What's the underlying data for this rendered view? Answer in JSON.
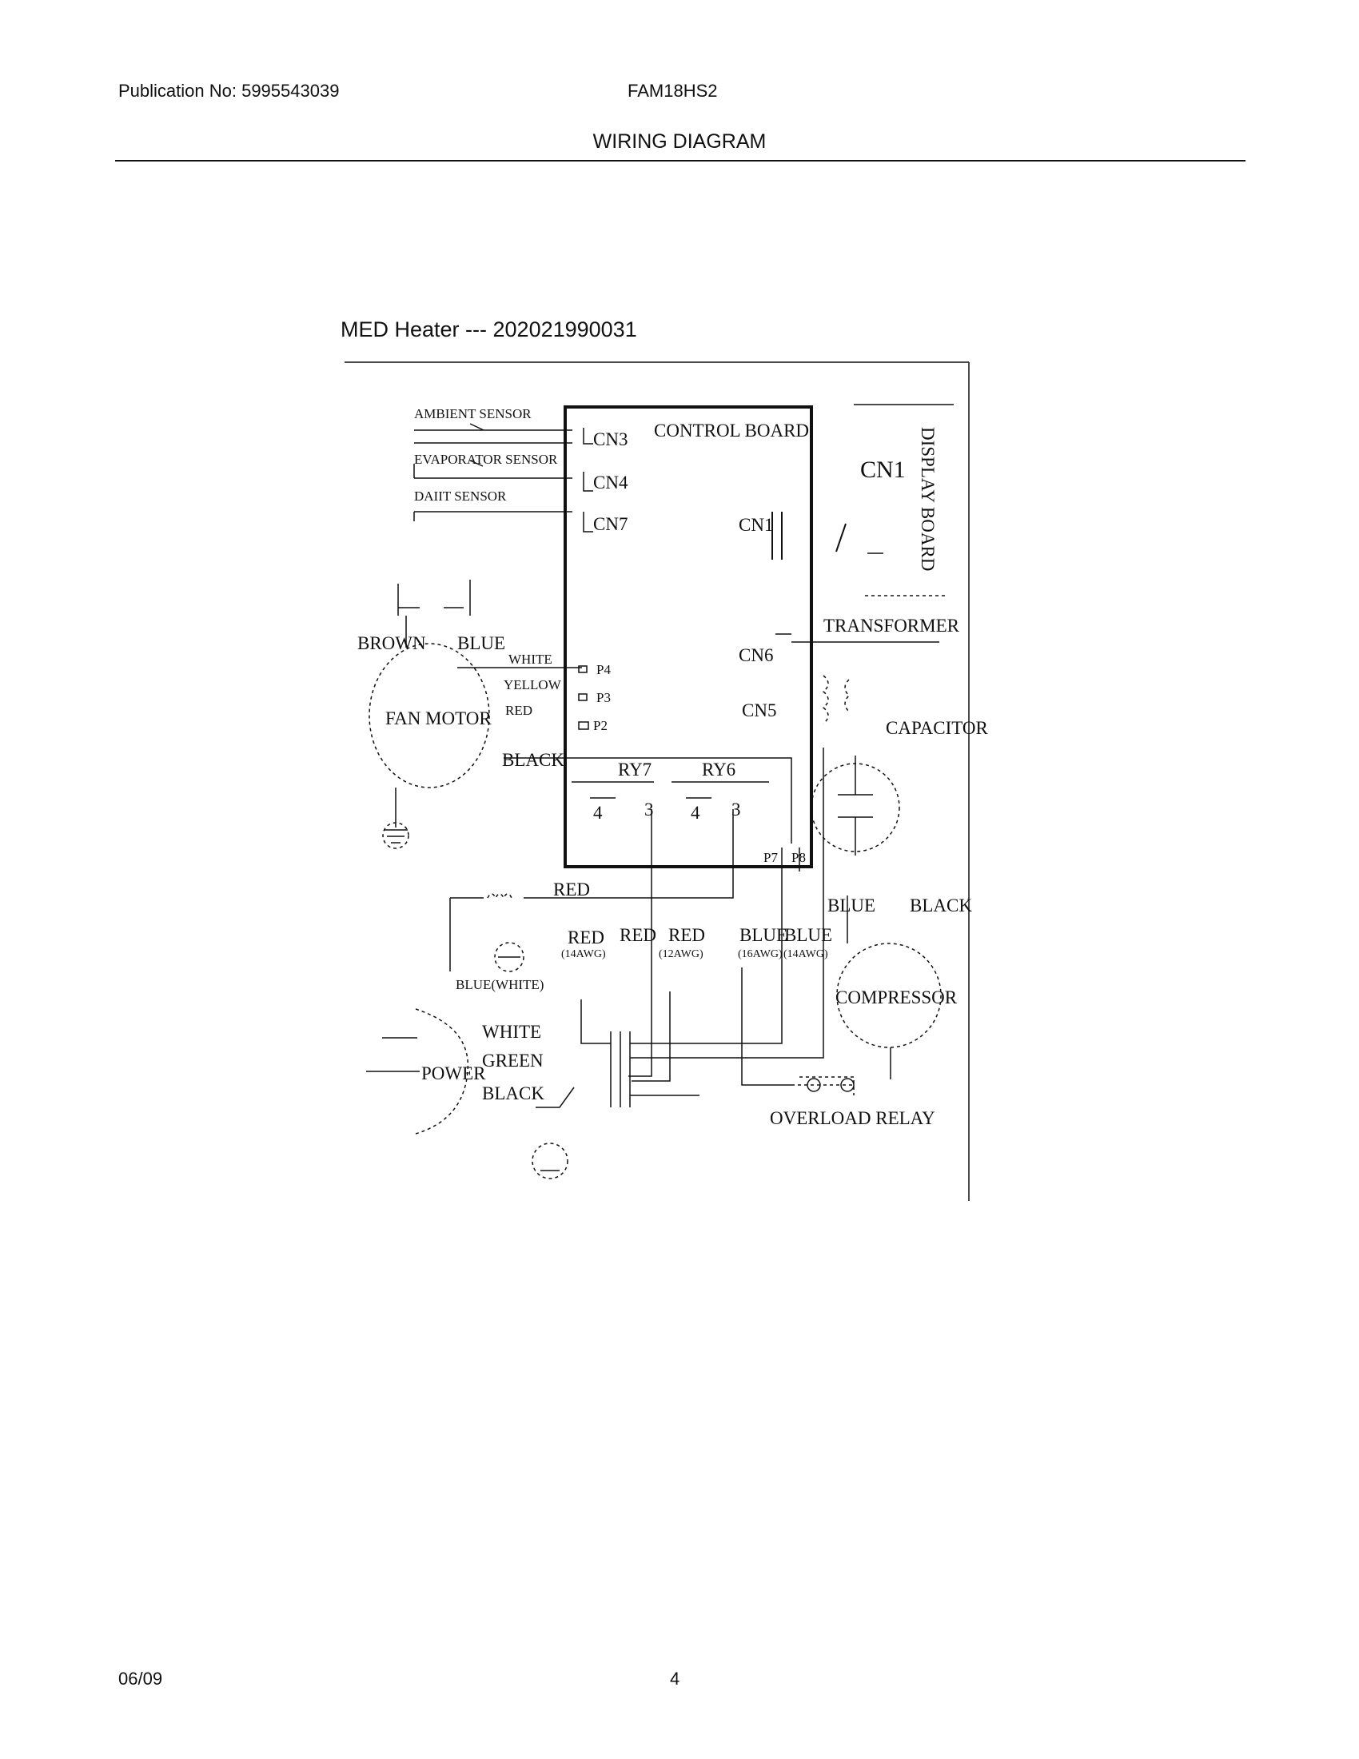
{
  "header": {
    "publication": "Publication No: 5995543039",
    "model": "FAM18HS2",
    "title": "WIRING DIAGRAM"
  },
  "diagram": {
    "subtitle": "MED Heater --- 202021990031",
    "control_board": "CONTROL BOARD",
    "display_board": "DISPLAY BOARD",
    "connectors": {
      "cn3": "CN3",
      "cn4": "CN4",
      "cn7": "CN7",
      "cn1": "CN1",
      "cn6": "CN6",
      "cn5": "CN5",
      "cn1_display": "CN1",
      "p4": "P4",
      "p3": "P3",
      "p2": "P2",
      "p7": "P7",
      "p8": "P8"
    },
    "relays": {
      "ry7": "RY7",
      "ry6": "RY6",
      "t4a": "4",
      "t3a": "3",
      "t4b": "4",
      "t3b": "3"
    },
    "sensors": {
      "ambient": "AMBIENT SENSOR",
      "evaporator": "EVAPORATOR SENSOR",
      "drain": "DAIIT SENSOR"
    },
    "components": {
      "fan_motor": "FAN MOTOR",
      "transformer": "TRANSFORMER",
      "capacitor": "CAPACITOR",
      "compressor": "COMPRESSOR",
      "overload_relay": "OVERLOAD RELAY",
      "power": "POWER"
    },
    "wires": {
      "brown": "BROWN",
      "blue_fan": "BLUE",
      "white_fan": "WHITE",
      "yellow": "YELLOW",
      "red_fan": "RED",
      "black_fan": "BLACK",
      "red_heater": "RED",
      "blue_white": "BLUE(WHITE)",
      "red_14": "RED",
      "red_14_gauge": "(14AWG)",
      "red_mid": "RED",
      "red_12": "RED",
      "red_12_gauge": "(12AWG)",
      "blue_16": "BLUE",
      "blue_16_gauge": "(16AWG)",
      "blue_14": "BLUE",
      "blue_14_gauge": "(14AWG)",
      "blue_comp": "BLUE",
      "black_comp": "BLACK",
      "white_power": "WHITE",
      "green_power": "GREEN",
      "black_power": "BLACK"
    }
  },
  "footer": {
    "date": "06/09",
    "page": "4"
  }
}
